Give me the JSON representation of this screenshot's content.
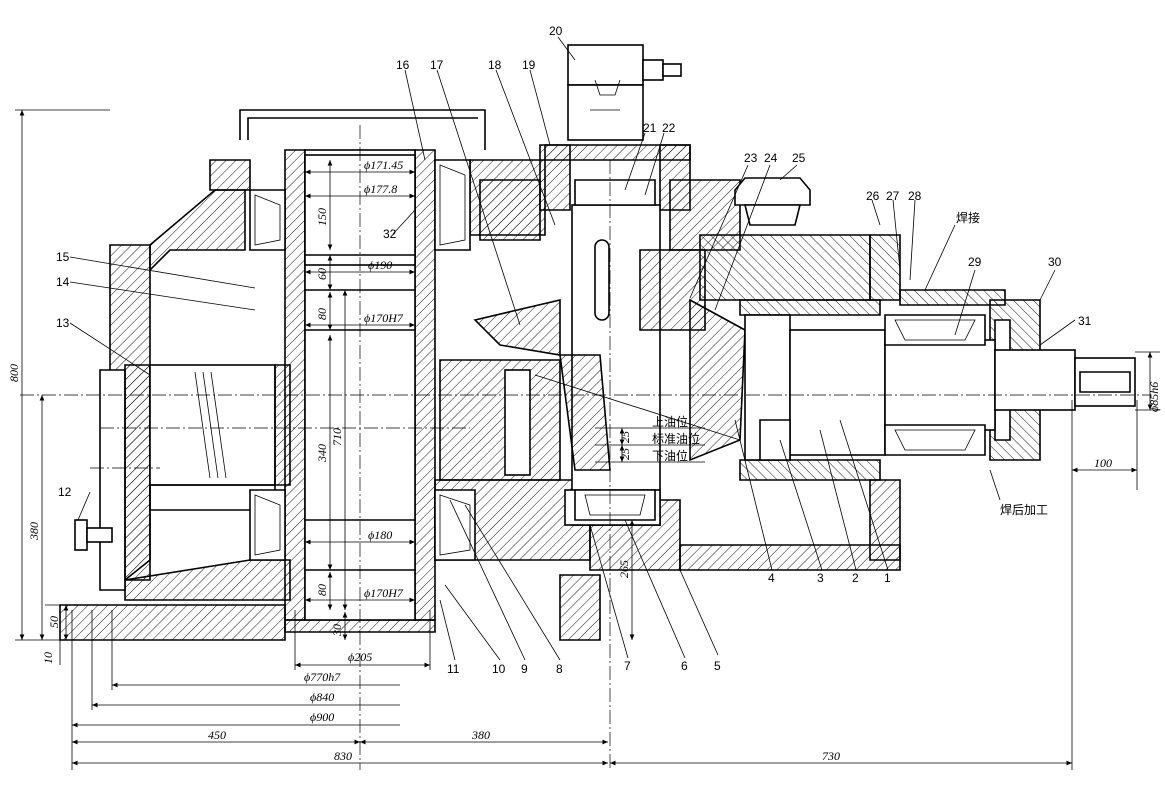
{
  "part_numbers": [
    "1",
    "2",
    "3",
    "4",
    "5",
    "6",
    "7",
    "8",
    "9",
    "10",
    "11",
    "12",
    "13",
    "14",
    "15",
    "16",
    "17",
    "18",
    "19",
    "20",
    "21",
    "22",
    "23",
    "24",
    "25",
    "26",
    "27",
    "28",
    "29",
    "30",
    "31",
    "32"
  ],
  "annotations": {
    "weld": "焊接",
    "machine_after_weld": "焊后加工",
    "oil_upper": "上油位",
    "oil_standard": "标准油位",
    "oil_lower": "下油位"
  },
  "dimensions": {
    "d171": "ϕ171.45",
    "d177": "ϕ177.8",
    "d190": "ϕ190",
    "d170a": "ϕ170H7",
    "d180": "ϕ180",
    "d170b": "ϕ170H7",
    "d205": "ϕ205",
    "d770": "ϕ770h7",
    "d840": "ϕ840",
    "d900": "ϕ900",
    "d85": "ϕ85h6",
    "v150": "150",
    "v60": "60",
    "v80a": "80",
    "v340": "340",
    "v710": "710",
    "v80b": "80",
    "v30": "30",
    "v800": "800",
    "v380l": "380",
    "v50": "50",
    "v10": "10",
    "v25a": "25",
    "v25b": "25",
    "v265": "265",
    "h450": "450",
    "h380": "380",
    "h830": "830",
    "h730": "730",
    "h100": "100"
  }
}
